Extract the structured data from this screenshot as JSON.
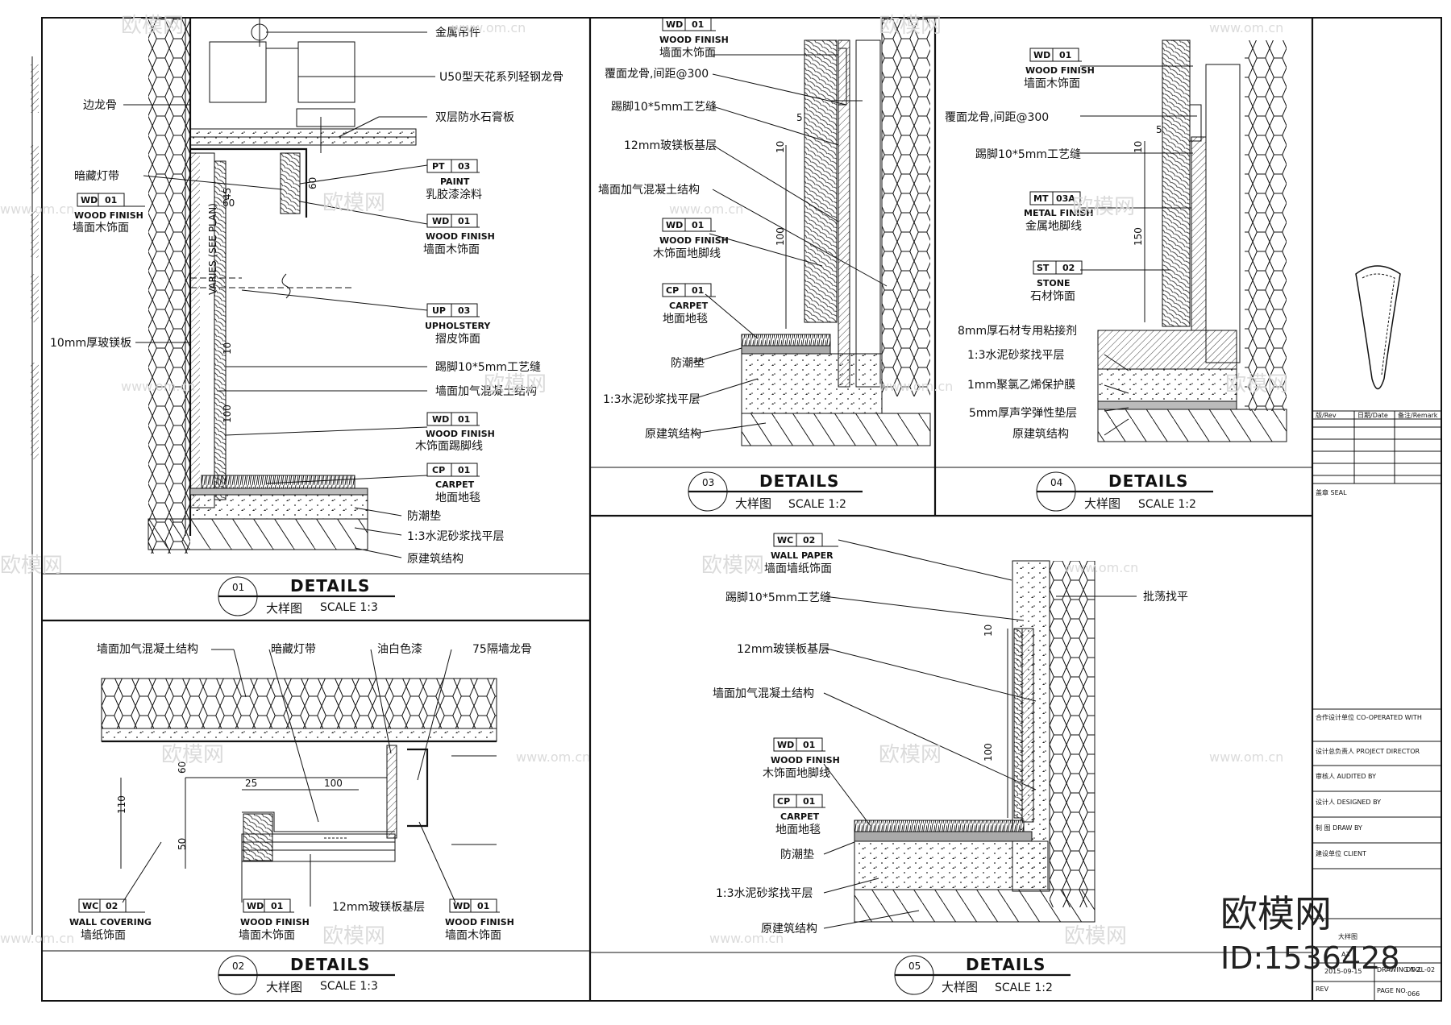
{
  "watermark": {
    "brand": "欧模网",
    "url": "www.om.cn"
  },
  "logo": {
    "text": "欧模网",
    "id_label": "ID:1536428"
  },
  "panels": [
    {
      "id": "01",
      "title": "DETAILS",
      "subtitle": "大样图",
      "scale": "SCALE 1:3"
    },
    {
      "id": "02",
      "title": "DETAILS",
      "subtitle": "大样图",
      "scale": "SCALE 1:3"
    },
    {
      "id": "03",
      "title": "DETAILS",
      "subtitle": "大样图",
      "scale": "SCALE 1:2"
    },
    {
      "id": "04",
      "title": "DETAILS",
      "subtitle": "大样图",
      "scale": "SCALE 1:2"
    },
    {
      "id": "05",
      "title": "DETAILS",
      "subtitle": "大样图",
      "scale": "SCALE 1:2"
    }
  ],
  "p1": {
    "labels_right": [
      "金属吊件",
      "U50型天花系列轻钢龙骨",
      "双层防水石膏板",
      "踢脚10*5mm工艺缝",
      "墙面加气混凝土结构",
      "防潮垫",
      "1:3水泥砂浆找平层",
      "原建筑结构"
    ],
    "labels_left": [
      "边龙骨",
      "暗藏灯带",
      "10mm厚玻镁板"
    ],
    "tags": [
      {
        "code": "PT",
        "num": "03",
        "en": "PAINT",
        "cn": "乳胶漆涂料"
      },
      {
        "code": "WD",
        "num": "01",
        "en": "WOOD FINISH",
        "cn": "墙面木饰面"
      },
      {
        "code": "UP",
        "num": "03",
        "en": "UPHOLSTERY",
        "cn": "摺皮饰面"
      },
      {
        "code": "WD",
        "num": "01",
        "en": "WOOD FINISH",
        "cn": "木饰面踢脚线"
      },
      {
        "code": "CP",
        "num": "01",
        "en": "CARPET",
        "cn": "地面地毯"
      },
      {
        "code": "WD",
        "num": "01",
        "en": "WOOD FINISH",
        "cn": "墙面木饰面"
      }
    ],
    "dims": [
      "45",
      "60",
      "60",
      "10",
      "100"
    ],
    "varies": "VARIES (SEE PLAN)"
  },
  "p2": {
    "labels": [
      "墙面加气混凝土结构",
      "暗藏灯带",
      "油白色漆",
      "75隔墙龙骨",
      "12mm玻镁板基层"
    ],
    "tags": [
      {
        "code": "WC",
        "num": "02",
        "en": "WALL COVERING",
        "cn": "墙纸饰面"
      },
      {
        "code": "WD",
        "num": "01",
        "en": "WOOD FINISH",
        "cn": "墙面木饰面"
      },
      {
        "code": "WD",
        "num": "01",
        "en": "WOOD FINISH",
        "cn": "墙面木饰面"
      }
    ],
    "dims": [
      "60",
      "25",
      "100",
      "110",
      "50"
    ]
  },
  "p3": {
    "labels": [
      "覆面龙骨,间距@300",
      "踢脚10*5mm工艺缝",
      "12mm玻镁板基层",
      "墙面加气混凝土结构",
      "防潮垫",
      "1:3水泥砂浆找平层",
      "原建筑结构"
    ],
    "tags": [
      {
        "code": "WD",
        "num": "01",
        "en": "WOOD FINISH",
        "cn": "墙面木饰面"
      },
      {
        "code": "WD",
        "num": "01",
        "en": "WOOD FINISH",
        "cn": "木饰面地脚线"
      },
      {
        "code": "CP",
        "num": "01",
        "en": "CARPET",
        "cn": "地面地毯"
      }
    ],
    "dims": [
      "5",
      "10",
      "100"
    ]
  },
  "p4": {
    "labels": [
      "覆面龙骨,间距@300",
      "踢脚10*5mm工艺缝",
      "8mm厚石材专用粘接剂",
      "1:3水泥砂浆找平层",
      "1mm聚氯乙烯保护膜",
      "5mm厚声学弹性垫层",
      "原建筑结构"
    ],
    "tags": [
      {
        "code": "WD",
        "num": "01",
        "en": "WOOD FINISH",
        "cn": "墙面木饰面"
      },
      {
        "code": "MT",
        "num": "03A",
        "en": "METAL FINISH",
        "cn": "金属地脚线"
      },
      {
        "code": "ST",
        "num": "02",
        "en": "STONE",
        "cn": "石材饰面"
      }
    ],
    "dims": [
      "5",
      "10",
      "150"
    ]
  },
  "p5": {
    "labels": [
      "批荡找平",
      "踢脚10*5mm工艺缝",
      "12mm玻镁板基层",
      "墙面加气混凝土结构",
      "防潮垫",
      "1:3水泥砂浆找平层",
      "原建筑结构"
    ],
    "tags": [
      {
        "code": "WC",
        "num": "02",
        "en": "WALL PAPER",
        "cn": "墙面墙纸饰面"
      },
      {
        "code": "WD",
        "num": "01",
        "en": "WOOD FINISH",
        "cn": "木饰面地脚线"
      },
      {
        "code": "CP",
        "num": "01",
        "en": "CARPET",
        "cn": "地面地毯"
      }
    ],
    "dims": [
      "10",
      "100"
    ]
  },
  "titleblock": {
    "rev_headers": [
      "版/Rev",
      "日期/Date",
      "备注/Remark"
    ],
    "seal": "盖章 SEAL",
    "co_operated": "合作设计单位 CO-OPERATED WITH",
    "project_director": "设计总负责人 PROJECT DIRECTOR",
    "audited": "审核人 AUDITED BY",
    "designed": "设计人 DESIGNED BY",
    "draw_by": "制 图 DRAW BY",
    "client": "建设单位 CLIENT",
    "drawing_name": "大样图",
    "date": "2015-09-15",
    "drawing_no_label": "DRAWING NO.",
    "drawing_no": "DT-ZL-02",
    "page_label": "PAGE NO.",
    "page_no": "066",
    "rev": "REV",
    "paper": "A3"
  }
}
